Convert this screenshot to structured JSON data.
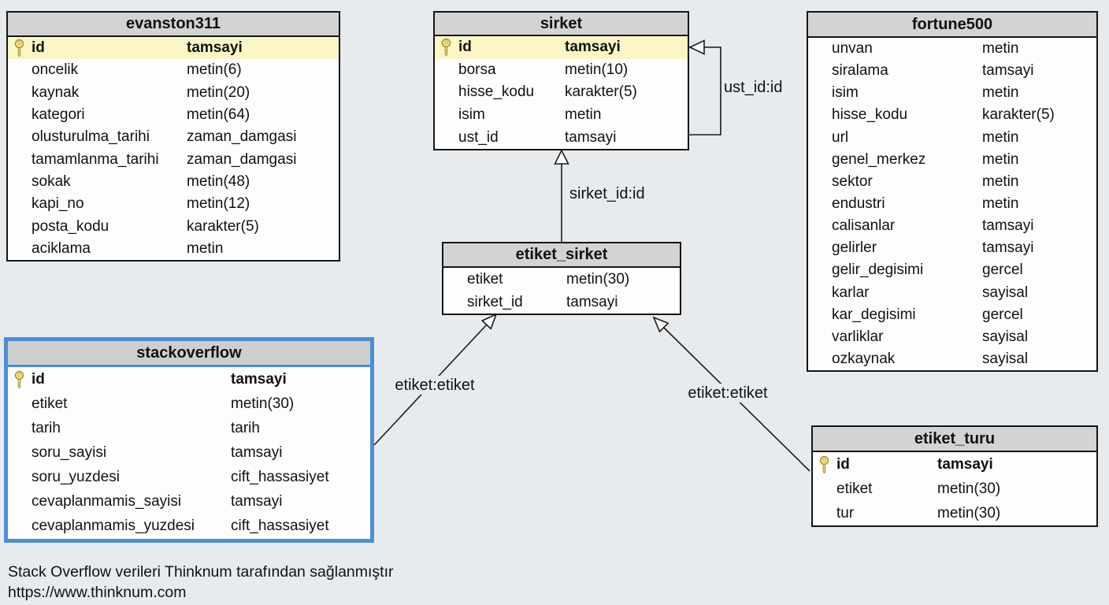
{
  "diagram": {
    "colors": {
      "page_bg": "#e8ebee",
      "table_bg": "#fdfdfd",
      "header_bg": "#d3d3d3",
      "key_row_bg": "#faf6c5",
      "selected_border": "#4b8fd4",
      "line": "#1a1a1a"
    },
    "tables": [
      {
        "title": "evanston311",
        "selected": false,
        "fields": [
          {
            "name": "id",
            "type": "tamsayi",
            "primary_key": true
          },
          {
            "name": "oncelik",
            "type": "metin(6)"
          },
          {
            "name": "kaynak",
            "type": "metin(20)"
          },
          {
            "name": "kategori",
            "type": "metin(64)"
          },
          {
            "name": "olusturulma_tarihi",
            "type": "zaman_damgasi"
          },
          {
            "name": "tamamlanma_tarihi",
            "type": "zaman_damgasi"
          },
          {
            "name": "sokak",
            "type": "metin(48)"
          },
          {
            "name": "kapi_no",
            "type": "metin(12)"
          },
          {
            "name": "posta_kodu",
            "type": "karakter(5)"
          },
          {
            "name": "aciklama",
            "type": "metin"
          }
        ]
      },
      {
        "title": "sirket",
        "selected": false,
        "fields": [
          {
            "name": "id",
            "type": "tamsayi",
            "primary_key": true
          },
          {
            "name": "borsa",
            "type": "metin(10)"
          },
          {
            "name": "hisse_kodu",
            "type": "karakter(5)"
          },
          {
            "name": "isim",
            "type": "metin"
          },
          {
            "name": "ust_id",
            "type": "tamsayi"
          }
        ]
      },
      {
        "title": "fortune500",
        "selected": false,
        "fields": [
          {
            "name": "unvan",
            "type": "metin"
          },
          {
            "name": "siralama",
            "type": "tamsayi"
          },
          {
            "name": "isim",
            "type": "metin"
          },
          {
            "name": "hisse_kodu",
            "type": "karakter(5)"
          },
          {
            "name": "url",
            "type": "metin"
          },
          {
            "name": "genel_merkez",
            "type": "metin"
          },
          {
            "name": "sektor",
            "type": "metin"
          },
          {
            "name": "endustri",
            "type": "metin"
          },
          {
            "name": "calisanlar",
            "type": "tamsayi"
          },
          {
            "name": "gelirler",
            "type": "tamsayi"
          },
          {
            "name": "gelir_degisimi",
            "type": "gercel"
          },
          {
            "name": "karlar",
            "type": "sayisal"
          },
          {
            "name": "kar_degisimi",
            "type": "gercel"
          },
          {
            "name": "varliklar",
            "type": "sayisal"
          },
          {
            "name": "ozkaynak",
            "type": "sayisal"
          }
        ]
      },
      {
        "title": "etiket_sirket",
        "selected": false,
        "fields": [
          {
            "name": "etiket",
            "type": "metin(30)"
          },
          {
            "name": "sirket_id",
            "type": "tamsayi"
          }
        ]
      },
      {
        "title": "stackoverflow",
        "selected": true,
        "fields": [
          {
            "name": "id",
            "type": "tamsayi",
            "primary_key": true
          },
          {
            "name": "etiket",
            "type": "metin(30)"
          },
          {
            "name": "tarih",
            "type": "tarih"
          },
          {
            "name": "soru_sayisi",
            "type": "tamsayi"
          },
          {
            "name": "soru_yuzdesi",
            "type": "cift_hassasiyet"
          },
          {
            "name": "cevaplanmamis_sayisi",
            "type": "tamsayi"
          },
          {
            "name": "cevaplanmamis_yuzdesi",
            "type": "cift_hassasiyet"
          }
        ]
      },
      {
        "title": "etiket_turu",
        "selected": false,
        "fields": [
          {
            "name": "id",
            "type": "tamsayi",
            "primary_key": true
          },
          {
            "name": "etiket",
            "type": "metin(30)"
          },
          {
            "name": "tur",
            "type": "metin(30)"
          }
        ]
      }
    ],
    "relationships": [
      {
        "label": "ust_id:id",
        "from": "sirket.ust_id",
        "to": "sirket.id"
      },
      {
        "label": "sirket_id:id",
        "from": "etiket_sirket.sirket_id",
        "to": "sirket.id"
      },
      {
        "label": "etiket:etiket",
        "from": "stackoverflow.etiket",
        "to": "etiket_sirket.etiket"
      },
      {
        "label": "etiket:etiket",
        "from": "etiket_turu.etiket",
        "to": "etiket_sirket.etiket"
      }
    ],
    "footer": {
      "line1": "Stack Overflow verileri Thinknum tarafından sağlanmıştır",
      "line2": "https://www.thinknum.com"
    }
  }
}
